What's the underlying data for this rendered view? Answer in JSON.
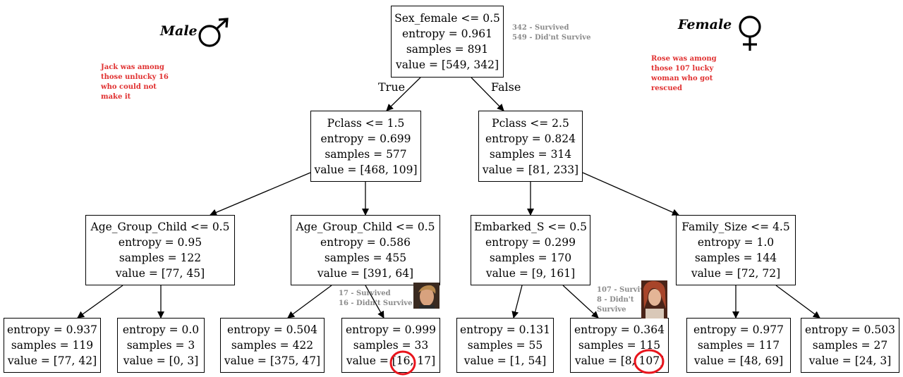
{
  "tree": {
    "root": {
      "lines": [
        "Sex_female <= 0.5",
        "entropy = 0.961",
        "samples = 891",
        "value = [549, 342]"
      ]
    },
    "edge_true": "True",
    "edge_false": "False",
    "l1": {
      "lines": [
        "Pclass <= 1.5",
        "entropy = 0.699",
        "samples = 577",
        "value = [468, 109]"
      ]
    },
    "r1": {
      "lines": [
        "Pclass <= 2.5",
        "entropy = 0.824",
        "samples = 314",
        "value = [81, 233]"
      ]
    },
    "ll2": {
      "lines": [
        "Age_Group_Child <= 0.5",
        "entropy = 0.95",
        "samples = 122",
        "value = [77, 45]"
      ]
    },
    "lr2": {
      "lines": [
        "Age_Group_Child <= 0.5",
        "entropy = 0.586",
        "samples = 455",
        "value = [391, 64]"
      ]
    },
    "rl2": {
      "lines": [
        "Embarked_S <= 0.5",
        "entropy = 0.299",
        "samples = 170",
        "value = [9, 161]"
      ]
    },
    "rr2": {
      "lines": [
        "Family_Size <= 4.5",
        "entropy = 1.0",
        "samples = 144",
        "value = [72, 72]"
      ]
    },
    "leaves": [
      {
        "lines": [
          "entropy = 0.937",
          "samples = 119",
          "value = [77, 42]"
        ]
      },
      {
        "lines": [
          "entropy = 0.0",
          "samples = 3",
          "value = [0, 3]"
        ]
      },
      {
        "lines": [
          "entropy = 0.504",
          "samples = 422",
          "value = [375, 47]"
        ]
      },
      {
        "lines": [
          "entropy = 0.999",
          "samples = 33",
          "value = [16, 17]"
        ]
      },
      {
        "lines": [
          "entropy = 0.131",
          "samples = 55",
          "value = [1, 54]"
        ]
      },
      {
        "lines": [
          "entropy = 0.364",
          "samples = 115",
          "value = [8, 107]"
        ]
      },
      {
        "lines": [
          "entropy = 0.977",
          "samples = 117",
          "value = [48, 69]"
        ]
      },
      {
        "lines": [
          "entropy = 0.503",
          "samples = 27",
          "value = [24, 3]"
        ]
      }
    ]
  },
  "annotations": {
    "male_label": "Male",
    "female_label": "Female",
    "male_icon": "male-symbol",
    "female_icon": "female-symbol",
    "root_note": [
      "342 - Survived",
      "549 - Did'nt Survive"
    ],
    "jack_note": [
      "Jack was among",
      "those unlucky 16",
      "who could not",
      "make it"
    ],
    "rose_note": [
      "Rose was among",
      "those 107 lucky",
      "woman who got",
      "rescued"
    ],
    "child_note": [
      "17 - Survived",
      "16 - Didn't Survive"
    ],
    "rose_leaf_note": [
      "107 - Survived",
      "8 - Didn't",
      "Survive"
    ]
  },
  "colors": {
    "note_red": "#e03030",
    "note_gray": "#8a8a8a",
    "highlight_circle": "#e8141c"
  }
}
